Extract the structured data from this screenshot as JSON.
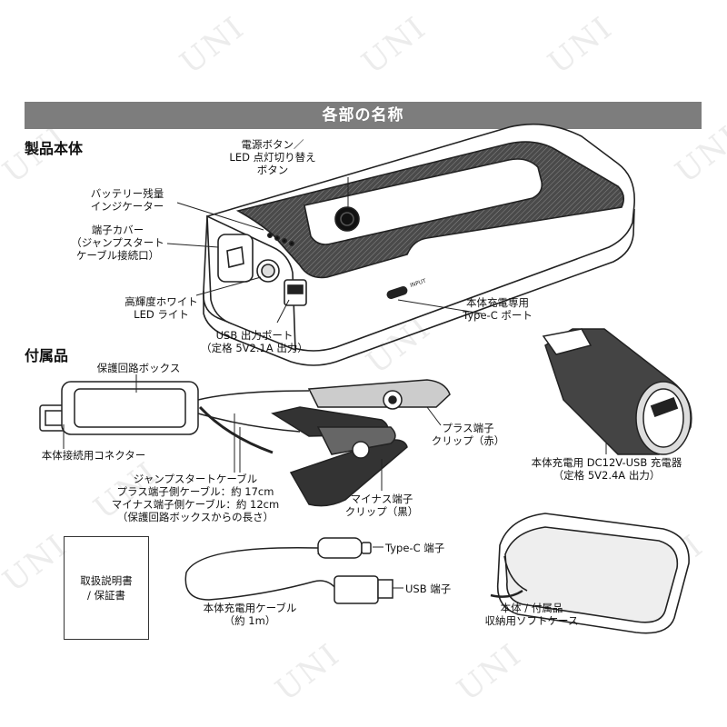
{
  "watermark": "UNI",
  "banner": {
    "title": "各部の名称"
  },
  "sections": {
    "main_unit": "製品本体",
    "accessories": "付属品"
  },
  "labels": {
    "power_button": [
      "電源ボタン／",
      "LED 点灯切り替え",
      "ボタン"
    ],
    "battery_indicator": [
      "バッテリー残量",
      "インジケーター"
    ],
    "terminal_cover": [
      "端子カバー",
      "（ジャンプスタート",
      "ケーブル接続口）"
    ],
    "led_light": [
      "高輝度ホワイト",
      "LED ライト"
    ],
    "usb_port": [
      "USB 出力ポート",
      "（定格 5V2.1A 出力）"
    ],
    "typec_port": [
      "本体充電専用",
      "Type-C ポート"
    ],
    "protection_box": "保護回路ボックス",
    "connector": "本体接続用コネクター",
    "plus_clip": [
      "プラス端子",
      "クリップ（赤）"
    ],
    "minus_clip": [
      "マイナス端子",
      "クリップ（黒）"
    ],
    "jump_cable": [
      "ジャンプスタートケーブル",
      "プラス端子側ケーブル：約 17cm",
      "マイナス端子側ケーブル：約 12cm",
      "（保護回路ボックスからの長さ）"
    ],
    "car_charger": [
      "本体充電用 DC12V-USB 充電器",
      "（定格 5V2.4A 出力）"
    ],
    "manual": [
      "取扱説明書",
      "/ 保証書"
    ],
    "typec_end": "Type-C 端子",
    "usb_end": "USB 端子",
    "charge_cable": [
      "本体充電用ケーブル",
      "（約 1m）"
    ],
    "soft_case": [
      "本体 / 付属品",
      "収納用ソフトケース"
    ]
  },
  "device_text": {
    "input": "INPUT"
  }
}
